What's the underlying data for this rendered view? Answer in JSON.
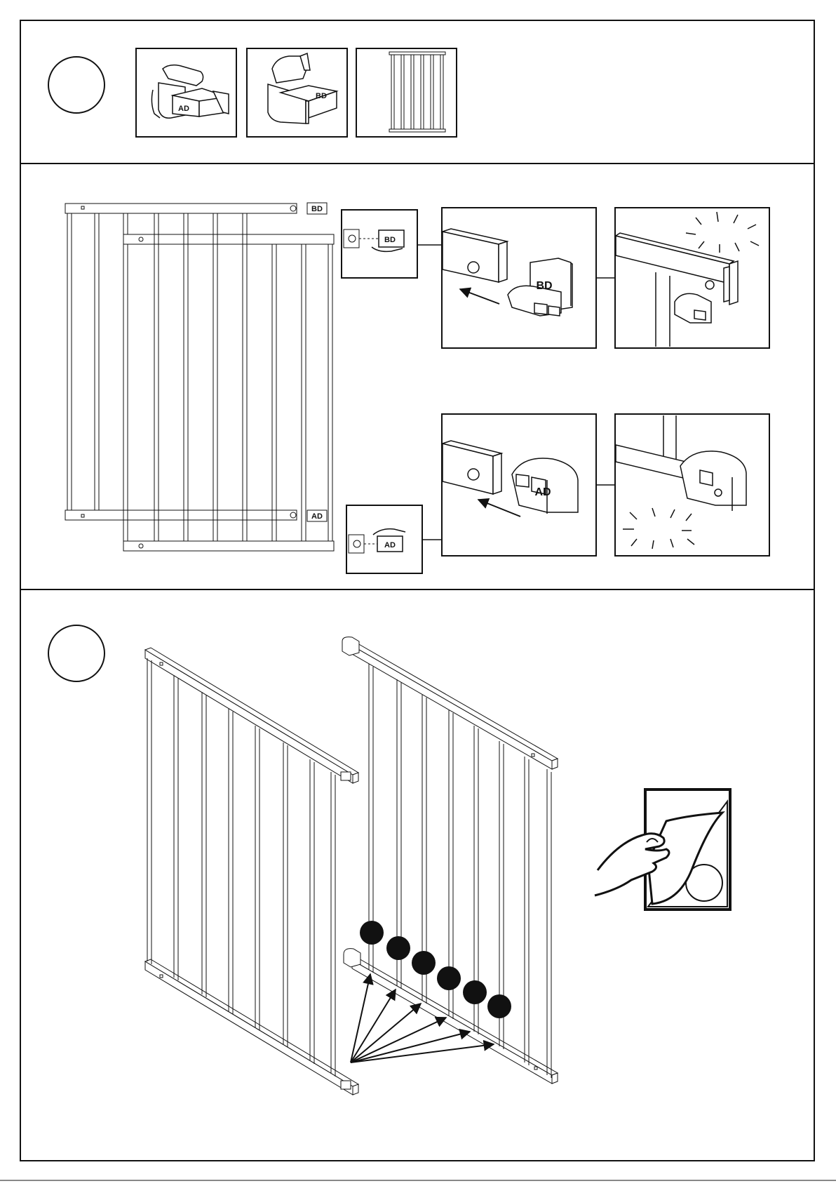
{
  "page": {
    "sections": [
      {
        "id": "parts",
        "step_marker": ""
      },
      {
        "id": "connect",
        "step_marker": ""
      },
      {
        "id": "install",
        "step_marker": ""
      }
    ]
  },
  "parts": {
    "items": [
      {
        "icon": "connector-ad-icon",
        "text": "AD"
      },
      {
        "icon": "connector-bd-icon",
        "text": "BD"
      },
      {
        "icon": "gate-panel-icon",
        "text": ""
      }
    ]
  },
  "connect": {
    "top_connector_text": "BD",
    "bottom_connector_text": "AD",
    "click_marks": [
      "top-click",
      "bottom-click"
    ]
  },
  "install": {
    "sticker_icon": "peel-sticker-icon",
    "sequence_dots": 6,
    "arrow_count": 6
  },
  "colors": {
    "ink": "#111111",
    "paper": "#ffffff"
  }
}
